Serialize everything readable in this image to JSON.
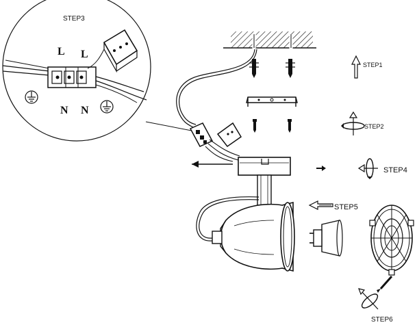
{
  "labels": {
    "step3": "STEP3",
    "step1": "STEP1",
    "step2": "STEP2",
    "step4": "STEP4",
    "step5": "STEP5",
    "step6": "STEP6",
    "l1": "L",
    "l2": "L",
    "n1": "N",
    "n2": "N"
  },
  "colors": {
    "ink": "#111111",
    "background": "#ffffff"
  }
}
